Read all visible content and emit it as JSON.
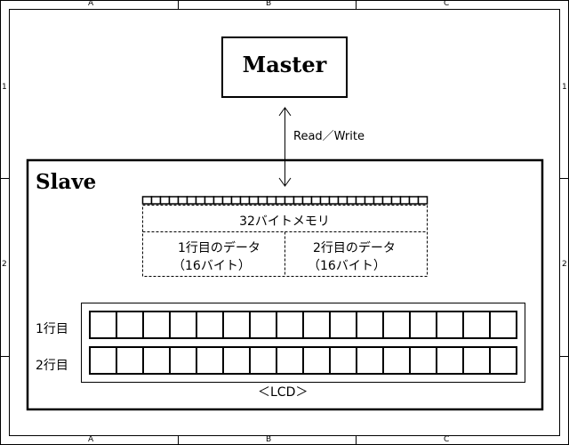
{
  "frame": {
    "zone_cols": [
      "A",
      "B",
      "C"
    ],
    "zone_rows": [
      "1",
      "2"
    ]
  },
  "master": {
    "title": "Master"
  },
  "link": {
    "label": "Read／Write"
  },
  "slave": {
    "title": "Slave",
    "memory": {
      "title": "32バイトメモリ",
      "cell_count": 32,
      "row1_line1": "1行目のデータ",
      "row1_line2": "（16バイト）",
      "row2_line1": "2行目のデータ",
      "row2_line2": "（16バイト）"
    },
    "lcd": {
      "caption": "＜LCD＞",
      "row1_label": "1行目",
      "row2_label": "2行目",
      "columns": 16
    }
  }
}
